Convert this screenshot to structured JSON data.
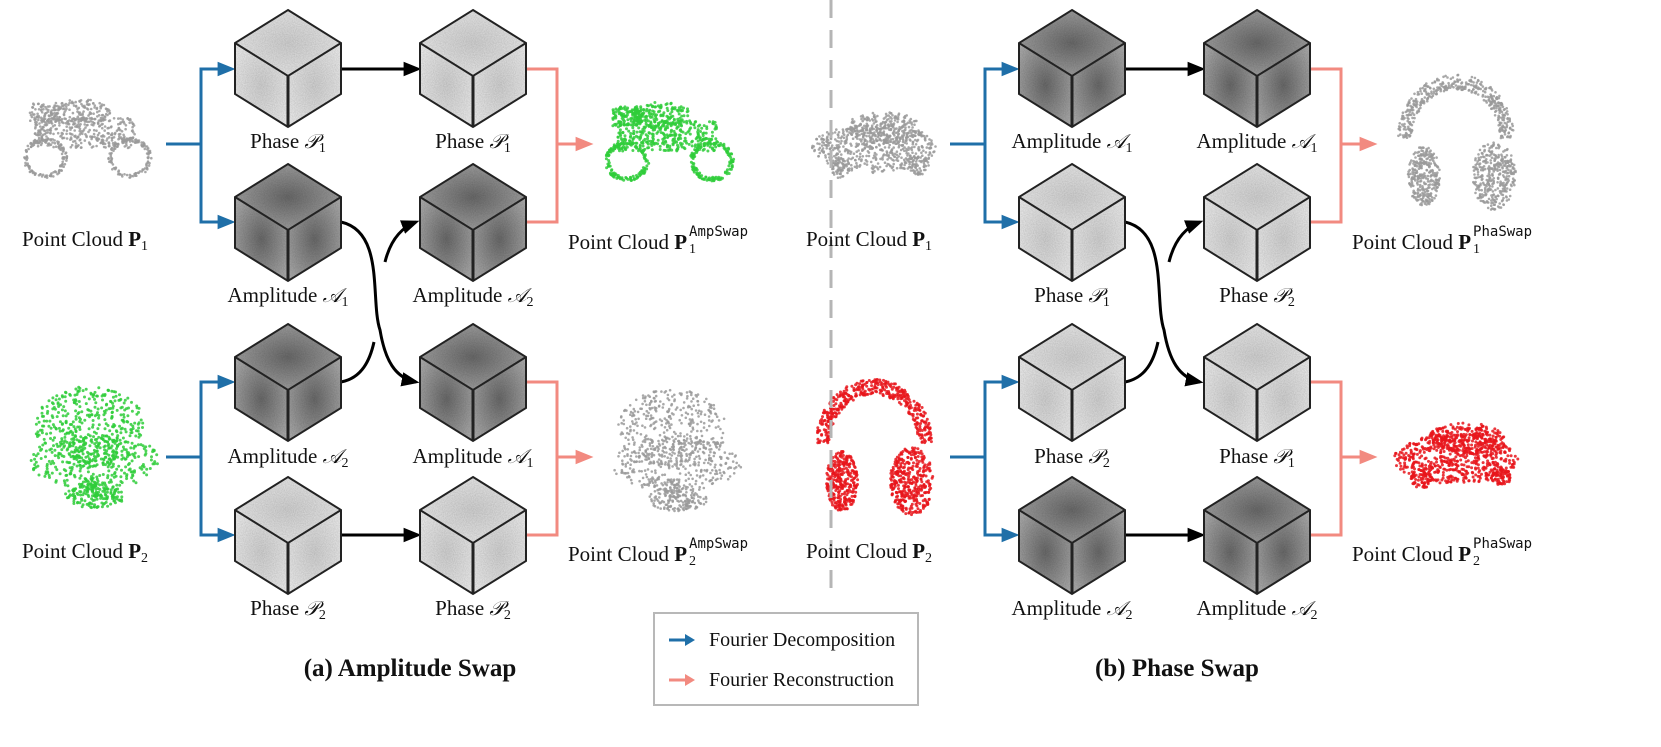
{
  "colors": {
    "decomposition": "#1f6fa8",
    "reconstruction": "#f28a80",
    "swap_arrow": "#000000",
    "divider": "#b5b5b5",
    "cube_dark": "#6b6b6b",
    "cube_light": "#dcdcdc",
    "cloud_grey": "#9a9a9a",
    "cloud_green": "#2fcc3a",
    "cloud_red": "#e8151b"
  },
  "left_panel": {
    "caption": "(a) Amplitude Swap",
    "inputs": [
      {
        "text": "Point Cloud ",
        "bold": "P",
        "sub": "1",
        "shape": "motorcycle",
        "color": "grey"
      },
      {
        "text": "Point Cloud ",
        "bold": "P",
        "sub": "2",
        "shape": "chair",
        "color": "green"
      }
    ],
    "cube_labels": [
      {
        "word": "Phase",
        "sym": "𝒫",
        "sub": "1"
      },
      {
        "word": "Amplitude",
        "sym": "𝒜",
        "sub": "1"
      },
      {
        "word": "Amplitude",
        "sym": "𝒜",
        "sub": "2"
      },
      {
        "word": "Phase",
        "sym": "𝒫",
        "sub": "2"
      },
      {
        "word": "Phase",
        "sym": "𝒫",
        "sub": "1"
      },
      {
        "word": "Amplitude",
        "sym": "𝒜",
        "sub": "2"
      },
      {
        "word": "Amplitude",
        "sym": "𝒜",
        "sub": "1"
      },
      {
        "word": "Phase",
        "sym": "𝒫",
        "sub": "2"
      }
    ],
    "outputs": [
      {
        "text": "Point Cloud ",
        "bold": "P",
        "sub": "1",
        "sup": "AmpSwap",
        "shape": "motorcycle",
        "color": "green"
      },
      {
        "text": "Point Cloud ",
        "bold": "P",
        "sub": "2",
        "sup": "AmpSwap",
        "shape": "chair",
        "color": "grey"
      }
    ]
  },
  "right_panel": {
    "caption": "(b) Phase Swap",
    "inputs": [
      {
        "text": "Point Cloud ",
        "bold": "P",
        "sub": "1",
        "shape": "car",
        "color": "grey"
      },
      {
        "text": "Point Cloud ",
        "bold": "P",
        "sub": "2",
        "shape": "headphones",
        "color": "red"
      }
    ],
    "cube_labels": [
      {
        "word": "Amplitude",
        "sym": "𝒜",
        "sub": "1"
      },
      {
        "word": "Phase",
        "sym": "𝒫",
        "sub": "1"
      },
      {
        "word": "Phase",
        "sym": "𝒫",
        "sub": "2"
      },
      {
        "word": "Amplitude",
        "sym": "𝒜",
        "sub": "2"
      },
      {
        "word": "Amplitude",
        "sym": "𝒜",
        "sub": "1"
      },
      {
        "word": "Phase",
        "sym": "𝒫",
        "sub": "2"
      },
      {
        "word": "Phase",
        "sym": "𝒫",
        "sub": "1"
      },
      {
        "word": "Amplitude",
        "sym": "𝒜",
        "sub": "2"
      }
    ],
    "outputs": [
      {
        "text": "Point Cloud ",
        "bold": "P",
        "sub": "1",
        "sup": "PhaSwap",
        "shape": "headphones",
        "color": "grey"
      },
      {
        "text": "Point Cloud ",
        "bold": "P",
        "sub": "2",
        "sup": "PhaSwap",
        "shape": "car",
        "color": "red"
      }
    ]
  },
  "legend": {
    "decomposition_label": "Fourier Decomposition",
    "reconstruction_label": "Fourier Reconstruction"
  }
}
